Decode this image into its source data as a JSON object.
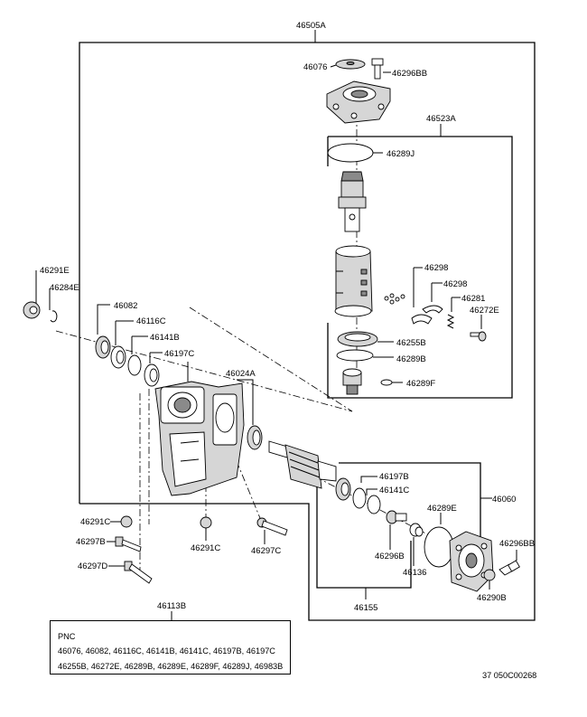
{
  "parts": {
    "p46505A": "46505A",
    "p46076": "46076",
    "p46296BB_top": "46296BB",
    "p46523A": "46523A",
    "p46289J": "46289J",
    "p46291E": "46291E",
    "p46284E": "46284E",
    "p46082": "46082",
    "p46116C_left": "46116C",
    "p46141B_left": "46141B",
    "p46197C": "46197C",
    "p46024A": "46024A",
    "p46298_a": "46298",
    "p46298_b": "46298",
    "p46281": "46281",
    "p46272E": "46272E",
    "p46255B": "46255B",
    "p46289B": "46289B",
    "p46289F": "46289F",
    "p46197B": "46197B",
    "p46141C": "46141C",
    "p46060": "46060",
    "p46289E": "46289E",
    "p46296BB_right": "46296BB",
    "p46296B": "46296B",
    "p46136": "46136",
    "p46290B": "46290B",
    "p46155": "46155",
    "p46291C_left": "46291C",
    "p46291C_mid": "46291C",
    "p46297B": "46297B",
    "p46297C": "46297C",
    "p46297D": "46297D",
    "p46113B": "46113B"
  },
  "pnc_box": {
    "title": "PNC",
    "line1": "46076, 46082, 46116C, 46141B, 46141C, 46197B, 46197C",
    "line2": "46255B, 46272E, 46289B, 46289E, 46289F, 46289J, 46983B"
  },
  "figure_code": "37  050C00268"
}
